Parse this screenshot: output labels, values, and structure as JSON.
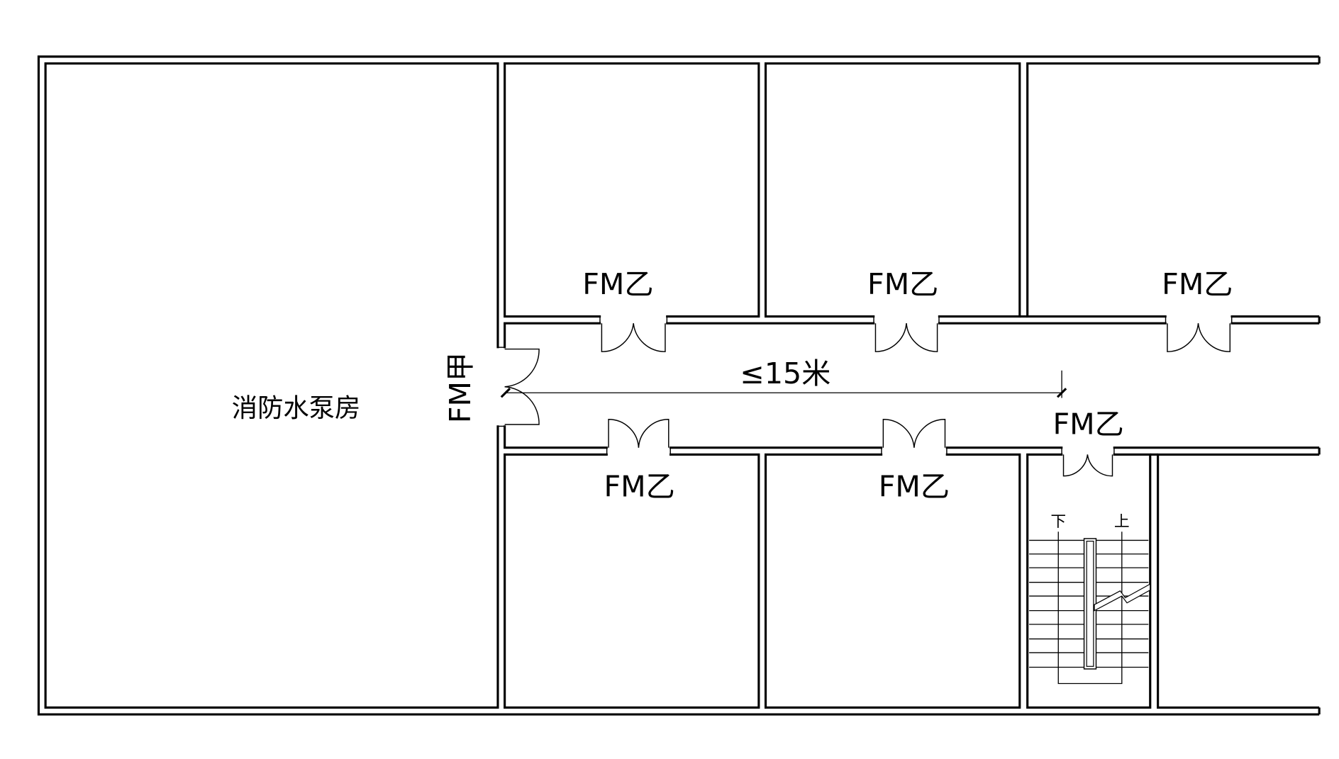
{
  "rooms": {
    "pump_room": "消防水泵房"
  },
  "doors": {
    "class_a": "FM甲",
    "class_b": [
      "FM乙",
      "FM乙",
      "FM乙",
      "FM乙",
      "FM乙",
      "FM乙"
    ]
  },
  "dimension": {
    "label": "≤15米"
  },
  "stair": {
    "down": "下",
    "up": "上"
  },
  "colors": {
    "line": "#000000",
    "background": "#ffffff"
  }
}
